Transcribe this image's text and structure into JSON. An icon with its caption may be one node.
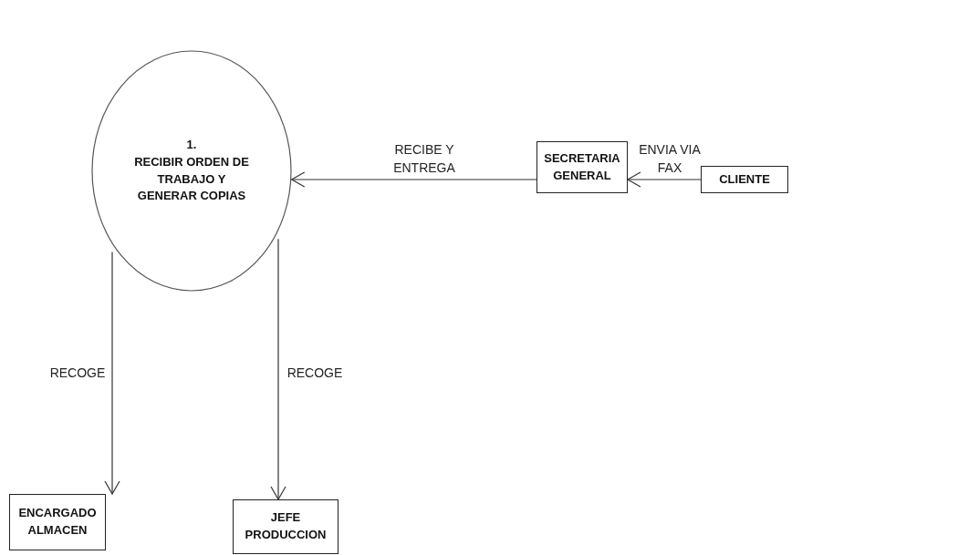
{
  "diagram": {
    "nodes": [
      {
        "text": [
          "1.",
          "RECIBIR ORDEN DE TRABAJO Y GENERAR COPIAS"
        ]
      },
      {
        "text": [
          "SECRETARIA GENERAL"
        ]
      },
      {
        "text": [
          "CLIENTE"
        ]
      },
      {
        "text": [
          "ENCARGADO ALMACEN"
        ]
      },
      {
        "text": [
          "JEFE PRODUCCION"
        ]
      }
    ],
    "edges": [
      {
        "from": 2,
        "to": 1,
        "arrow": "to",
        "label": "ENVIA VIA FAX"
      },
      {
        "from": 1,
        "to": 0,
        "arrow": "to",
        "label": "RECIBE Y ENTREGA"
      },
      {
        "from": 0,
        "to": 3,
        "arrow": "to",
        "label": "RECOGE"
      },
      {
        "from": 0,
        "to": 4,
        "arrow": "to",
        "label": "RECOGE"
      }
    ]
  }
}
